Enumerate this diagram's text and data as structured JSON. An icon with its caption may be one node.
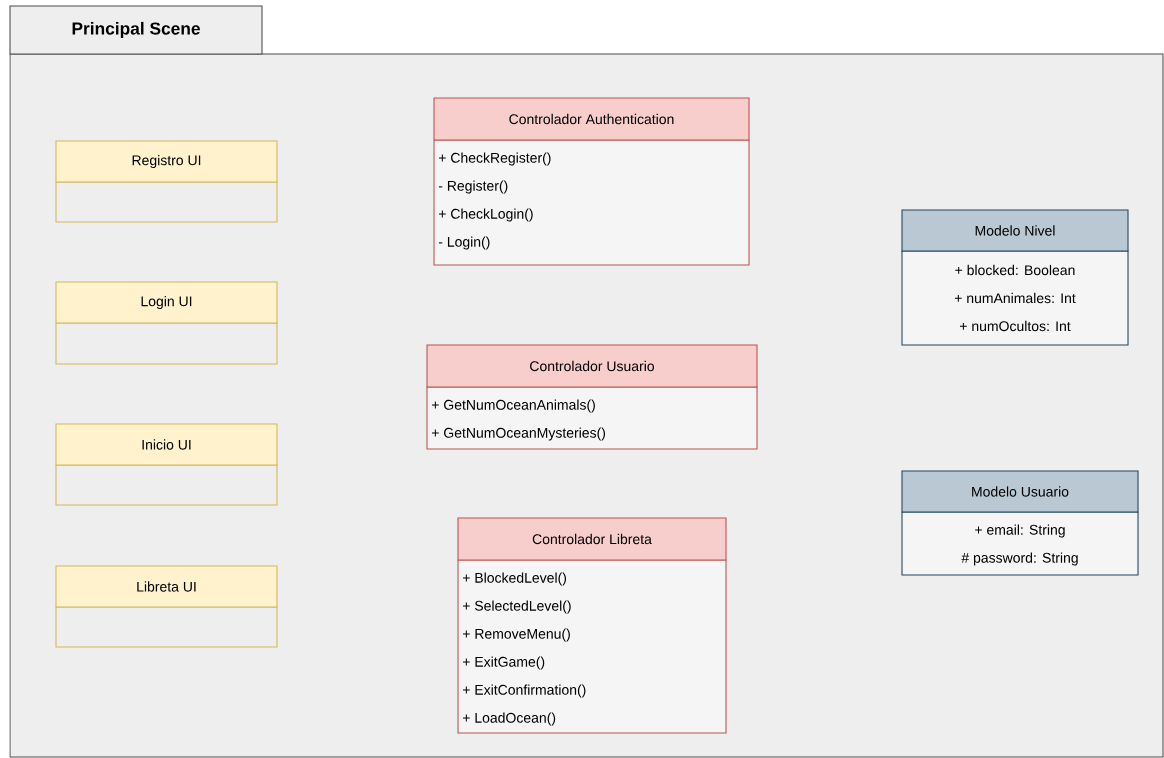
{
  "diagram": {
    "nodes": [
      {
        "text": [
          "Principal Scene"
        ]
      },
      {
        "text": [
          "Registro UI"
        ],
        "in": 0
      },
      {
        "text": [
          "Login UI"
        ],
        "in": 0
      },
      {
        "text": [
          "Inicio UI"
        ],
        "in": 0
      },
      {
        "text": [
          "Libreta UI"
        ],
        "in": 0
      },
      {
        "text": [
          "Controlador Authentication",
          "+ CheckRegister()",
          "- Register()",
          "+ CheckLogin()",
          "- Login()"
        ],
        "in": 0
      },
      {
        "text": [
          "Controlador Usuario",
          "+ GetNumOceanAnimals()",
          "+ GetNumOceanMysteries()"
        ],
        "in": 0
      },
      {
        "text": [
          "Controlador Libreta",
          "+ BlockedLevel()",
          "+ SelectedLevel()",
          "+ RemoveMenu()",
          "+ ExitGame()",
          "+ ExitConfirmation()",
          "+ LoadOcean()"
        ],
        "in": 0
      },
      {
        "text": [
          "Modelo Nivel",
          "+ blocked: Boolean",
          "+ numAnimales: Int",
          "+ numOcultos: Int"
        ],
        "in": 0
      },
      {
        "text": [
          "Modelo Usuario",
          "+ email: String",
          "# password: String"
        ],
        "in": 0
      }
    ]
  }
}
